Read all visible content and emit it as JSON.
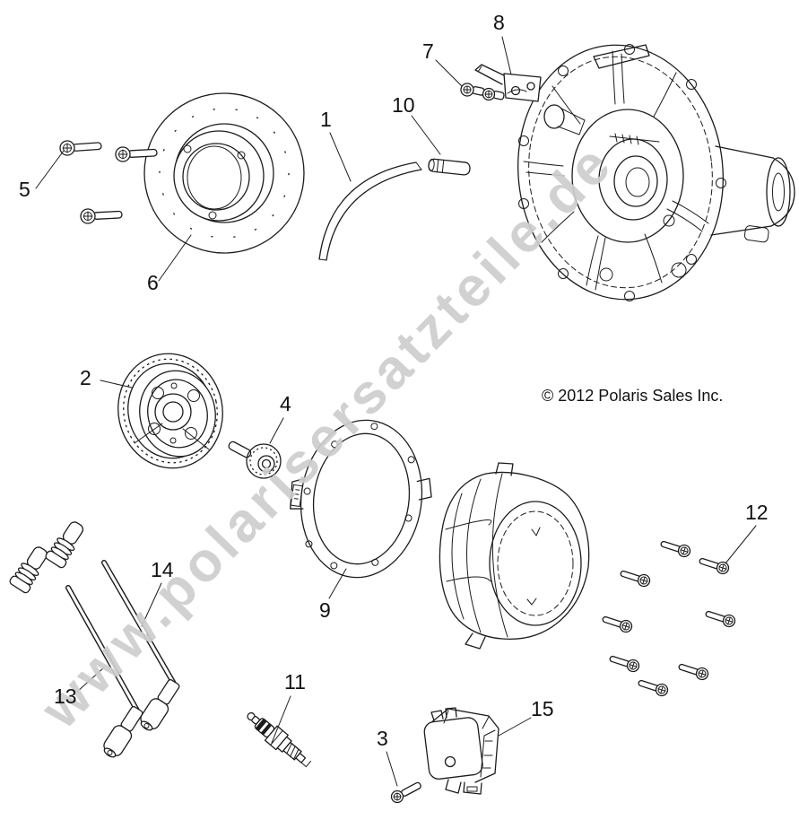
{
  "diagram": {
    "watermark": "www.polarisersatzteile.de",
    "copyright": "© 2012 Polaris Sales Inc.",
    "callouts": [
      {
        "label": "1"
      },
      {
        "label": "2"
      },
      {
        "label": "3"
      },
      {
        "label": "4"
      },
      {
        "label": "5"
      },
      {
        "label": "6"
      },
      {
        "label": "7"
      },
      {
        "label": "8"
      },
      {
        "label": "9"
      },
      {
        "label": "10"
      },
      {
        "label": "11"
      },
      {
        "label": "12"
      },
      {
        "label": "13"
      },
      {
        "label": "14"
      },
      {
        "label": "15"
      }
    ],
    "colors": {
      "line": "#1c1c1c",
      "watermark": "#cdcdcd",
      "text": "#111111",
      "background": "#ffffff"
    }
  }
}
